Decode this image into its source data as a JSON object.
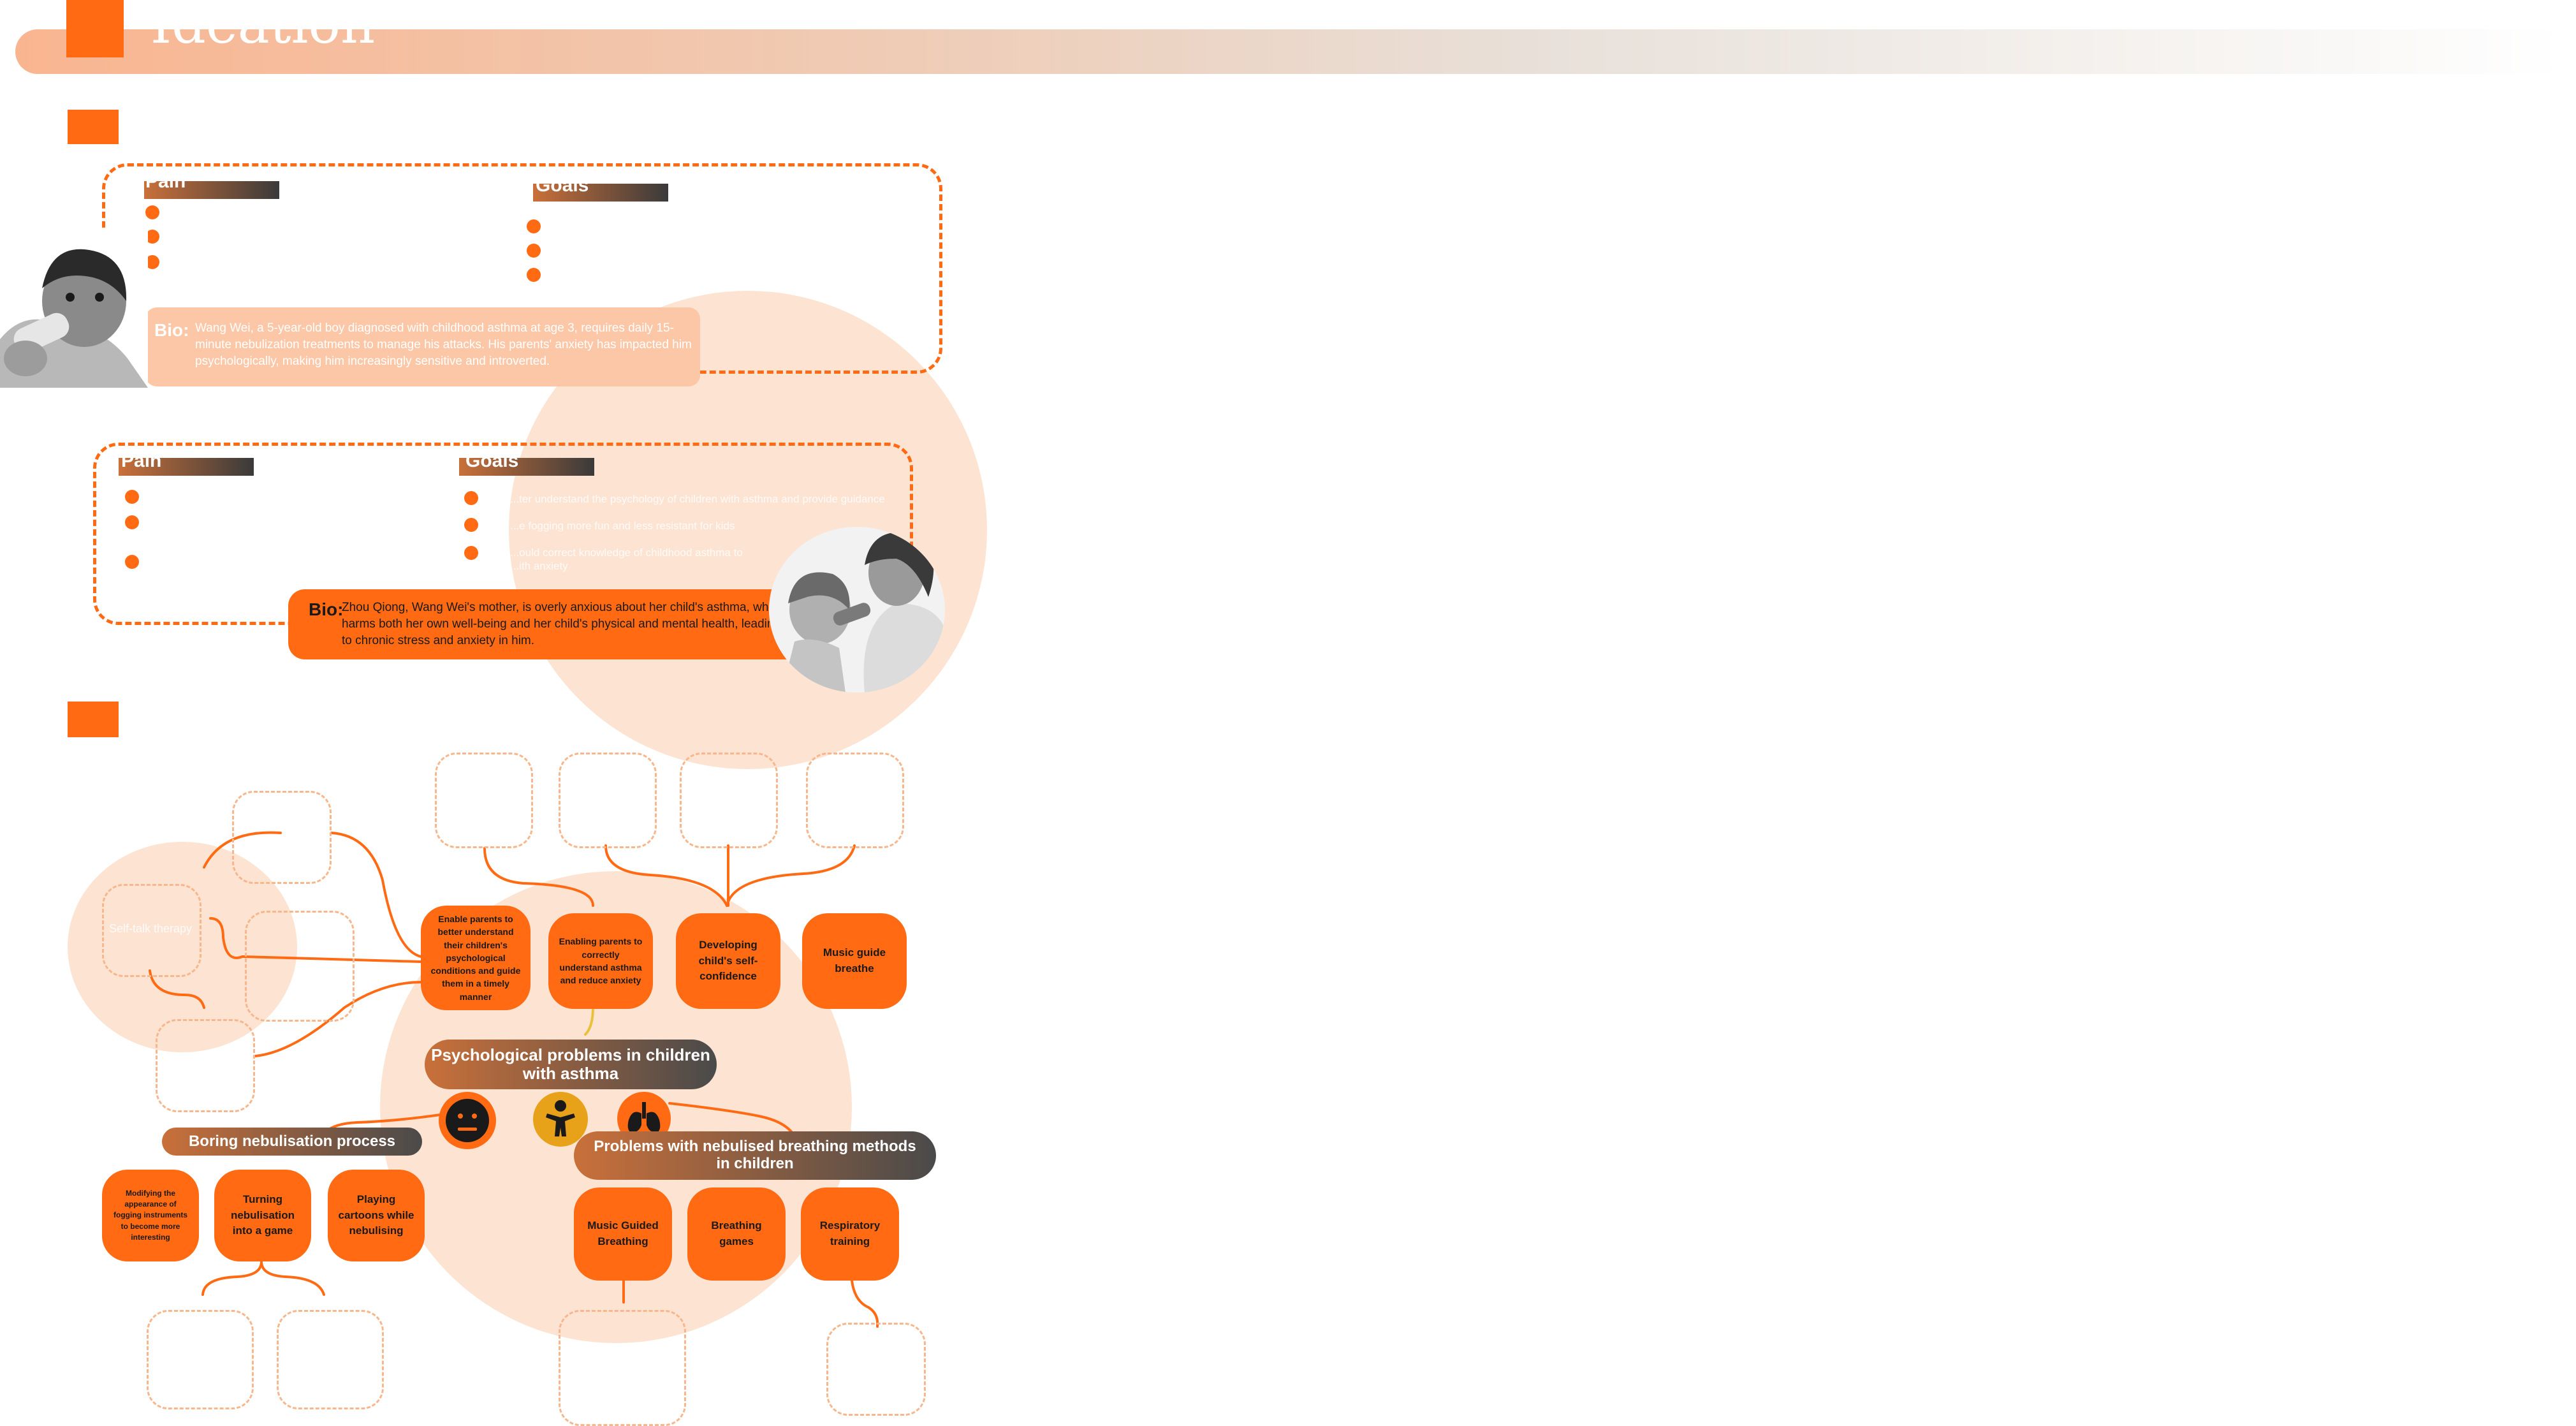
{
  "header": {
    "title": "Ideation"
  },
  "persona_child": {
    "pain_label": "Pain",
    "goals_label": "Goals",
    "bio_label": "Bio:",
    "bio_text": "Wang Wei, a 5-year-old boy diagnosed with childhood asthma at age 3, requires daily 15-minute nebulization treatments to manage his attacks. His parents' anxiety has impacted him psychologically, making him increasingly sensitive and introverted."
  },
  "persona_mother": {
    "pain_label": "Pain",
    "goals_label": "Goals",
    "goals": [
      "...ter understand the psychology of children with asthma and provide guidance",
      "...e fogging more fun and less resistant for kids",
      "...ould correct knowledge of childhood asthma to ...ith anxiety"
    ],
    "bio_label": "Bio:",
    "bio_text": "Zhou Qiong, Wang Wei's mother, is overly anxious about her child's asthma, which harms both her own well-being and her child's physical and mental health, leading to chronic stress and anxiety in him."
  },
  "mindmap": {
    "center": "Psychological problems in children with asthma",
    "left_branch": "Boring nebulisation process",
    "right_branch": "Problems with nebulised breathing methods in children",
    "top_nodes": [
      "Enable parents to better understand their children's psychological conditions and guide them in a timely manner",
      "Enabling parents to correctly understand asthma and reduce anxiety",
      "Developing child's self-confidence",
      "Music guide breathe"
    ],
    "left_nodes": [
      "Modifying the appearance of fogging instruments to become more interesting",
      "Turning nebulisation into a game",
      "Playing cartoons while nebulising"
    ],
    "right_nodes": [
      "Music Guided Breathing",
      "Breathing games",
      "Respiratory training"
    ],
    "ghost_label": "Self-talk therapy",
    "icons": [
      "neutral-face-icon",
      "child-figure-icon",
      "lungs-icon"
    ]
  },
  "colors": {
    "accent": "#ff6a13",
    "light": "#fde3d2",
    "dark": "#3a3a3a"
  }
}
